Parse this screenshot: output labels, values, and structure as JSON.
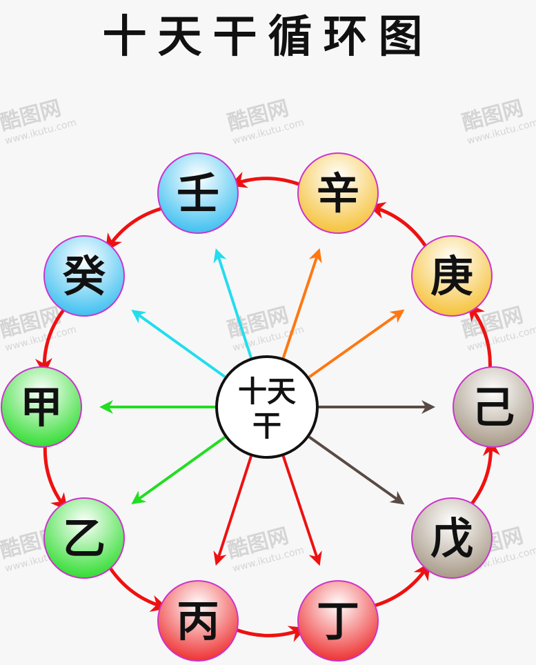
{
  "title": "十天干循环图",
  "center": {
    "lines": [
      "十天",
      "干"
    ]
  },
  "stems": [
    {
      "char": "甲",
      "color": "#33dd33"
    },
    {
      "char": "乙",
      "color": "#33dd33"
    },
    {
      "char": "丙",
      "color": "#ee3333"
    },
    {
      "char": "丁",
      "color": "#ee3333"
    },
    {
      "char": "戊",
      "color": "#a89a88"
    },
    {
      "char": "己",
      "color": "#a89a88"
    },
    {
      "char": "庚",
      "color": "#f5c23a"
    },
    {
      "char": "辛",
      "color": "#f5c23a"
    },
    {
      "char": "壬",
      "color": "#3fc0f0"
    },
    {
      "char": "癸",
      "color": "#3fc0f0"
    }
  ],
  "spoke_colors": [
    "#22dd22",
    "#22dd22",
    "#ee1111",
    "#ee1111",
    "#5a4a44",
    "#5a4a44",
    "#ff7711",
    "#ff7711",
    "#22ddee",
    "#22ddee"
  ],
  "cycle_arrow_color": "#ee1111",
  "ring_border_color": "#cc33cc",
  "watermark": {
    "brand": "酷图网",
    "url": "www.ikutu.com"
  }
}
